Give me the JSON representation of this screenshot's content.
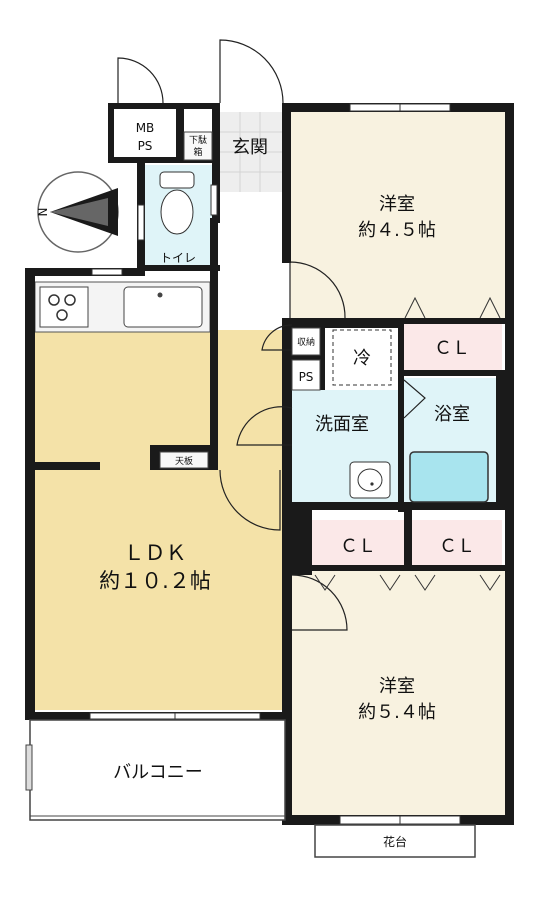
{
  "rooms": {
    "western_room_1": {
      "name": "洋室",
      "size": "約４.５帖"
    },
    "western_room_2": {
      "name": "洋室",
      "size": "約５.４帖"
    },
    "ldk": {
      "name": "ＬＤＫ",
      "size": "約１０.２帖"
    },
    "entrance": "玄関",
    "toilet": "トイレ",
    "washroom": "洗面室",
    "bathroom": "浴室",
    "balcony": "バルコニー",
    "flower_stand": "花台"
  },
  "storage": {
    "closet_label": "ＣＬ",
    "mb_ps_line1": "MB",
    "mb_ps_line2": "PS",
    "shoe_box_line1": "下駄",
    "shoe_box_line2": "箱",
    "storage_small": "収納",
    "ps": "PS",
    "fridge": "冷",
    "ceiling_board": "天板"
  },
  "compass": {
    "label": "N"
  },
  "colors": {
    "western_floor": "#f8f2e0",
    "ldk_floor": "#f4e2a8",
    "wet_area": "#dff4f8",
    "bathtub": "#a8e4ee",
    "closet": "#fbe8e8",
    "entrance_tile": "#eeeeee",
    "wall": "#1a1a1a"
  }
}
